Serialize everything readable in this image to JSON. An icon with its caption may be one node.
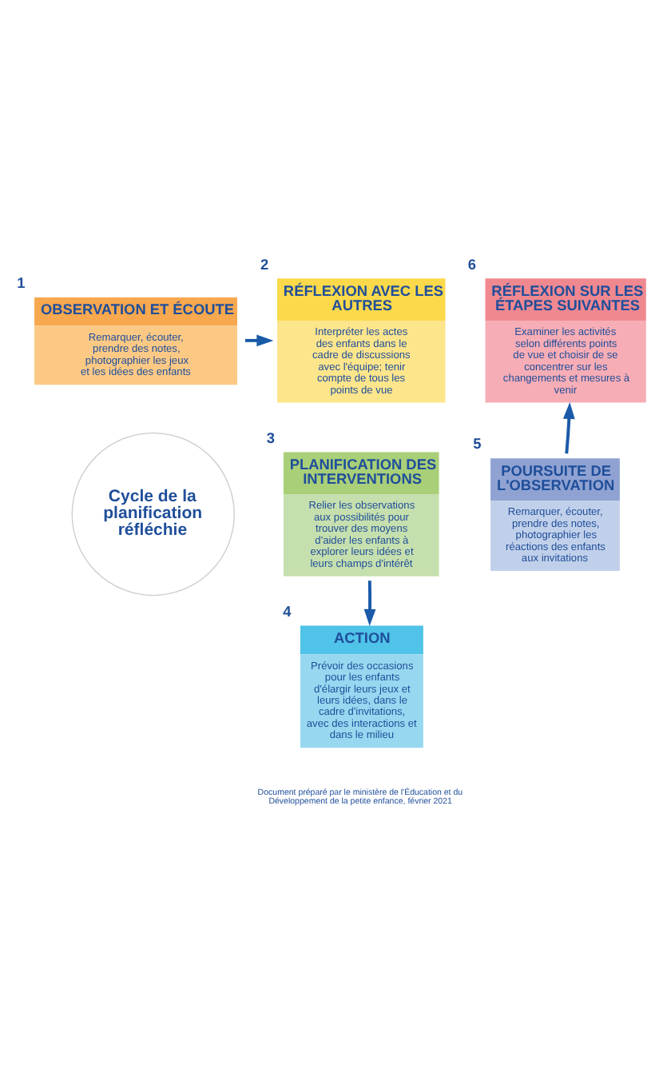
{
  "diagram": {
    "nodes": [
      {
        "text": [
          "Cycle de la planification réfléchie"
        ]
      },
      {
        "text": [
          "OBSERVATION ET ÉCOUTE",
          "Remarquer, écouter, prendre des notes, photographier les jeux et les idées des enfants"
        ],
        "beside": [
          "1"
        ]
      },
      {
        "text": [
          "RÉFLEXION AVEC LES AUTRES",
          "Interpréter les actes des enfants dans le cadre de discussions avec l'équipe; tenir compte de tous les points de vue"
        ],
        "beside": [
          "2"
        ]
      },
      {
        "text": [
          "PLANIFICATION DES INTERVENTIONS",
          "Relier les observations aux possibilités pour trouver des moyens d'aider les enfants à explorer leurs idées et leurs champs d'intérêt"
        ],
        "beside": [
          "3"
        ]
      },
      {
        "text": [
          "ACTION",
          "Prévoir des occasions pour les enfants d'élargir leurs jeux et leurs idées, dans le cadre d'invitations, avec des interactions et dans le milieu"
        ],
        "beside": [
          "4"
        ]
      },
      {
        "text": [
          "POURSUITE DE L'OBSERVATION",
          "Remarquer, écouter, prendre des notes, photographier les réactions des enfants aux invitations"
        ],
        "beside": [
          "5"
        ]
      },
      {
        "text": [
          "RÉFLEXION SUR LES ÉTAPES SUIVANTES",
          "Examiner les activités selon différents points de vue et choisir de se concentrer sur les changements et mesures à venir"
        ],
        "beside": [
          "6"
        ]
      }
    ],
    "edges": [
      {
        "from": 1,
        "to": 2,
        "arrow": "to"
      },
      {
        "from": 3,
        "to": 4,
        "arrow": "to"
      },
      {
        "from": 5,
        "to": 6,
        "arrow": "to"
      }
    ],
    "labels": [
      "Document préparé par le ministère de l'Éducation et du Développement de la petite enfance, février 2021"
    ]
  }
}
